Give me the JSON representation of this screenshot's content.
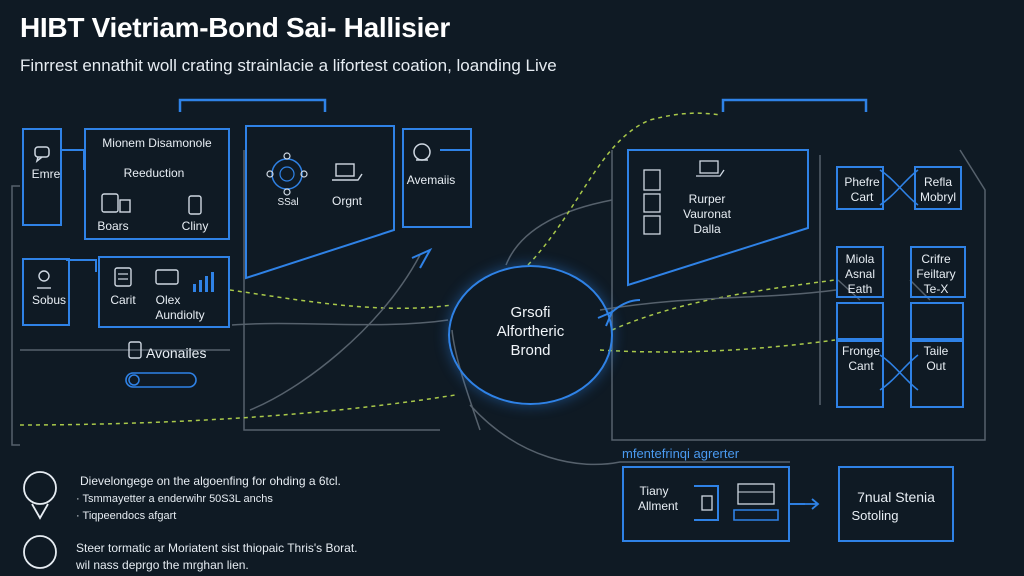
{
  "header": {
    "title": "HIBT Vietriam-Bond Sai- Hallisier",
    "subtitle": "Finrrest ennathit woll crating strainlacie a lifortest coation, loanding Live"
  },
  "left_panel": {
    "emre": "Emre",
    "mionem": "Mionem Disamonole",
    "reeduction": "Reeduction",
    "boars": "Boars",
    "cliny": "Cliny",
    "orgnt": "Orgnt",
    "ssal": "SSal",
    "avemaiis": "Avemaiis",
    "sobus": "Sobus",
    "carit": "Carit",
    "olex": "Olex",
    "aundiolty": "Aundiolty",
    "avonailes": "Avonailes"
  },
  "center": {
    "line1": "Grsofi",
    "line2": "Alfortheric",
    "line3": "Brond"
  },
  "right_panel": {
    "rurper": "Rurper",
    "vauronat": "Vauronat",
    "dalla": "Dalla",
    "phefre": "Phefre",
    "cart_top": "Cart",
    "refla": "Refla",
    "mobryl": "Mobryl",
    "miola": "Miola",
    "asnal": "Asnal",
    "eath": "Eath",
    "crifre": "Crifre",
    "feiltary": "Feiltary",
    "teax": "Te-X",
    "fronge": "Fronge",
    "cant": "Cant",
    "taile": "Taile",
    "out": "Out"
  },
  "bottom_right": {
    "heading": "mfentefrinqi agrerter",
    "tiany": "Tiany",
    "allment": "Allment",
    "nual_line1": "7nual Stenia",
    "nual_line2": "Sotoling"
  },
  "bottom_left": {
    "n1_line1": "Dievelongege on the algoenfing for ohding a 6tcl.",
    "n1_line2": "· Tsmmayetter a enderwihr 50S3L anchs",
    "n1_line3": "· Tiqpeendocs afgart",
    "n2_line1": "Steer tormatic ar Moriatent sist thiopaic Thris's Borat.",
    "n2_line2": "wil nass deprgo the mrghan lien."
  },
  "colors": {
    "background": "#0f1a24",
    "accent_blue": "#2f82e6",
    "dashed_green": "#a9c94a",
    "wire_gray": "#56616c"
  }
}
